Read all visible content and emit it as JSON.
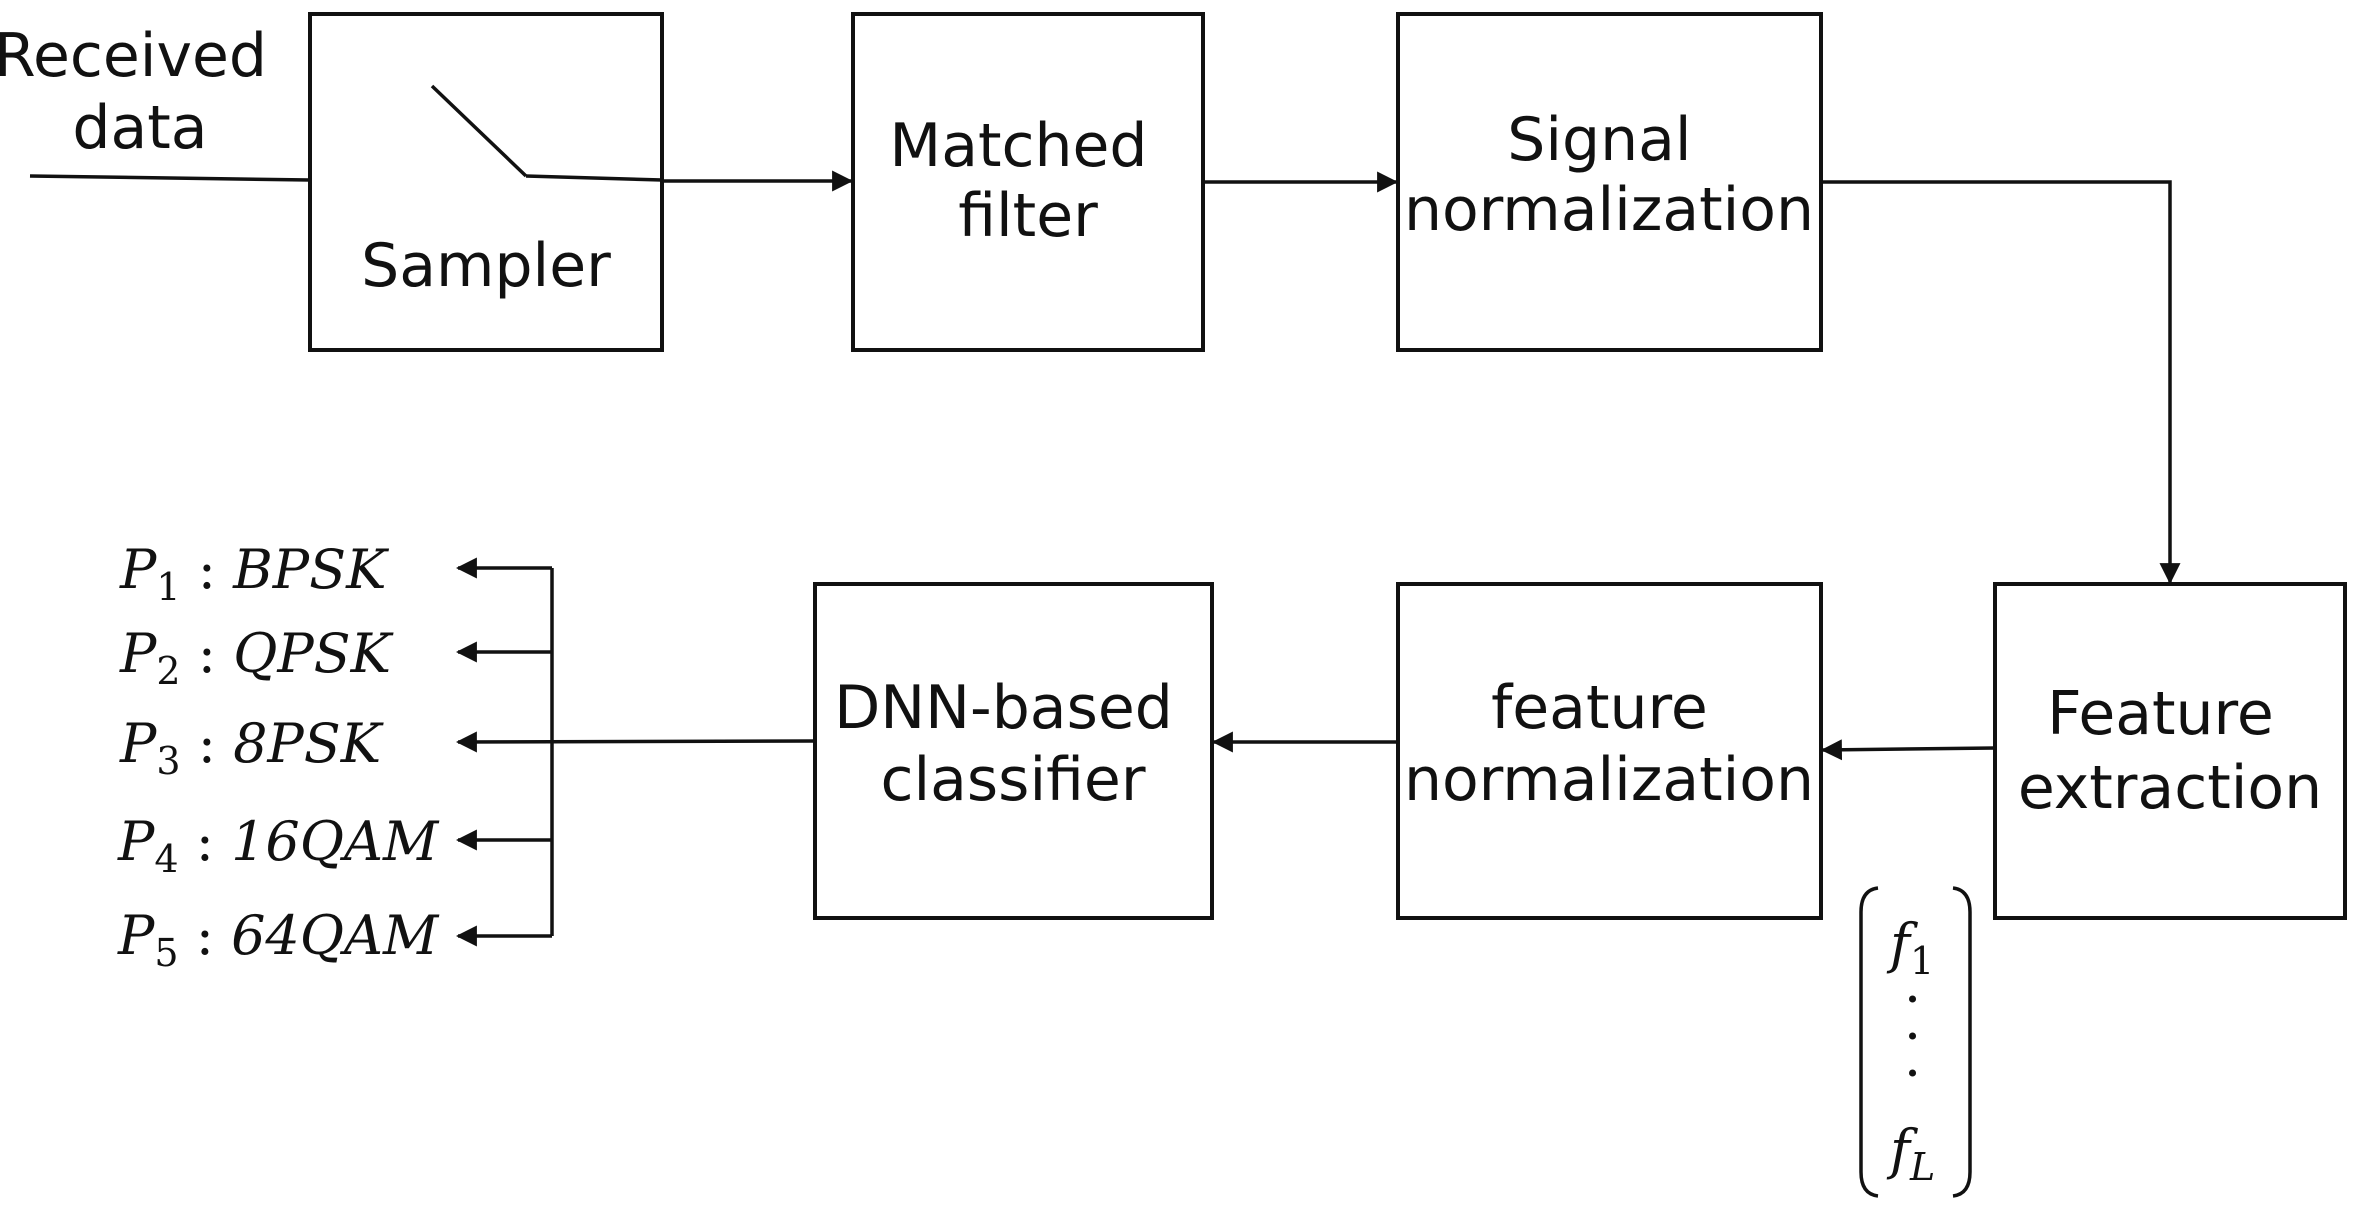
{
  "input_label": [
    "Received",
    "data"
  ],
  "blocks": {
    "sampler": [
      "Sampler"
    ],
    "matched_filter": [
      "Matched",
      "filter"
    ],
    "signal_normalization": [
      "Signal",
      "normalization"
    ],
    "feature_extraction": [
      "Feature",
      "extraction"
    ],
    "feature_normalization": [
      "feature",
      "normalization"
    ],
    "dnn_classifier": [
      "DNN-based",
      "classifier"
    ]
  },
  "outputs": [
    {
      "p": "P",
      "sub": "1",
      "sep": " : ",
      "mod": "BPSK"
    },
    {
      "p": "P",
      "sub": "2",
      "sep": " : ",
      "mod": "QPSK"
    },
    {
      "p": "P",
      "sub": "3",
      "sep": " : ",
      "mod": "8PSK"
    },
    {
      "p": "P",
      "sub": "4",
      "sep": " : ",
      "mod": "16QAM"
    },
    {
      "p": "P",
      "sub": "5",
      "sep": " : ",
      "mod": "64QAM"
    }
  ],
  "feature_vector": {
    "first": {
      "f": "f",
      "sub": "1"
    },
    "last": {
      "f": "f",
      "sub": "L"
    },
    "dots": "·"
  }
}
